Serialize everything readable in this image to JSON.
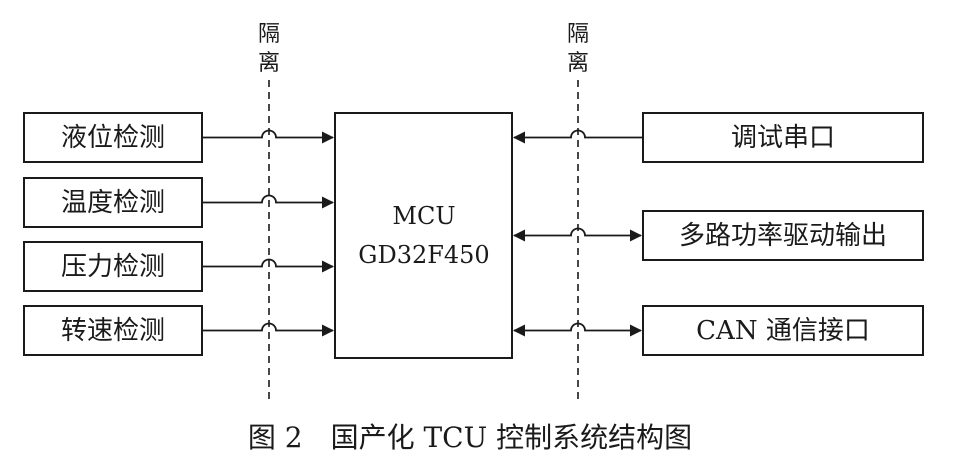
{
  "isolation_labels": {
    "left": "隔离",
    "right": "隔离"
  },
  "inputs": [
    {
      "label": "液位检测"
    },
    {
      "label": "温度检测"
    },
    {
      "label": "压力检测"
    },
    {
      "label": "转速检测"
    }
  ],
  "mcu": {
    "line1": "MCU",
    "line2": "GD32F450"
  },
  "outputs": [
    {
      "label": "调试串口",
      "direction": "to-mcu"
    },
    {
      "label": "多路功率驱动输出",
      "direction": "bidirectional"
    },
    {
      "label": "CAN 通信接口",
      "direction": "bidirectional"
    }
  ],
  "caption": "图 2　国产化 TCU 控制系统结构图"
}
